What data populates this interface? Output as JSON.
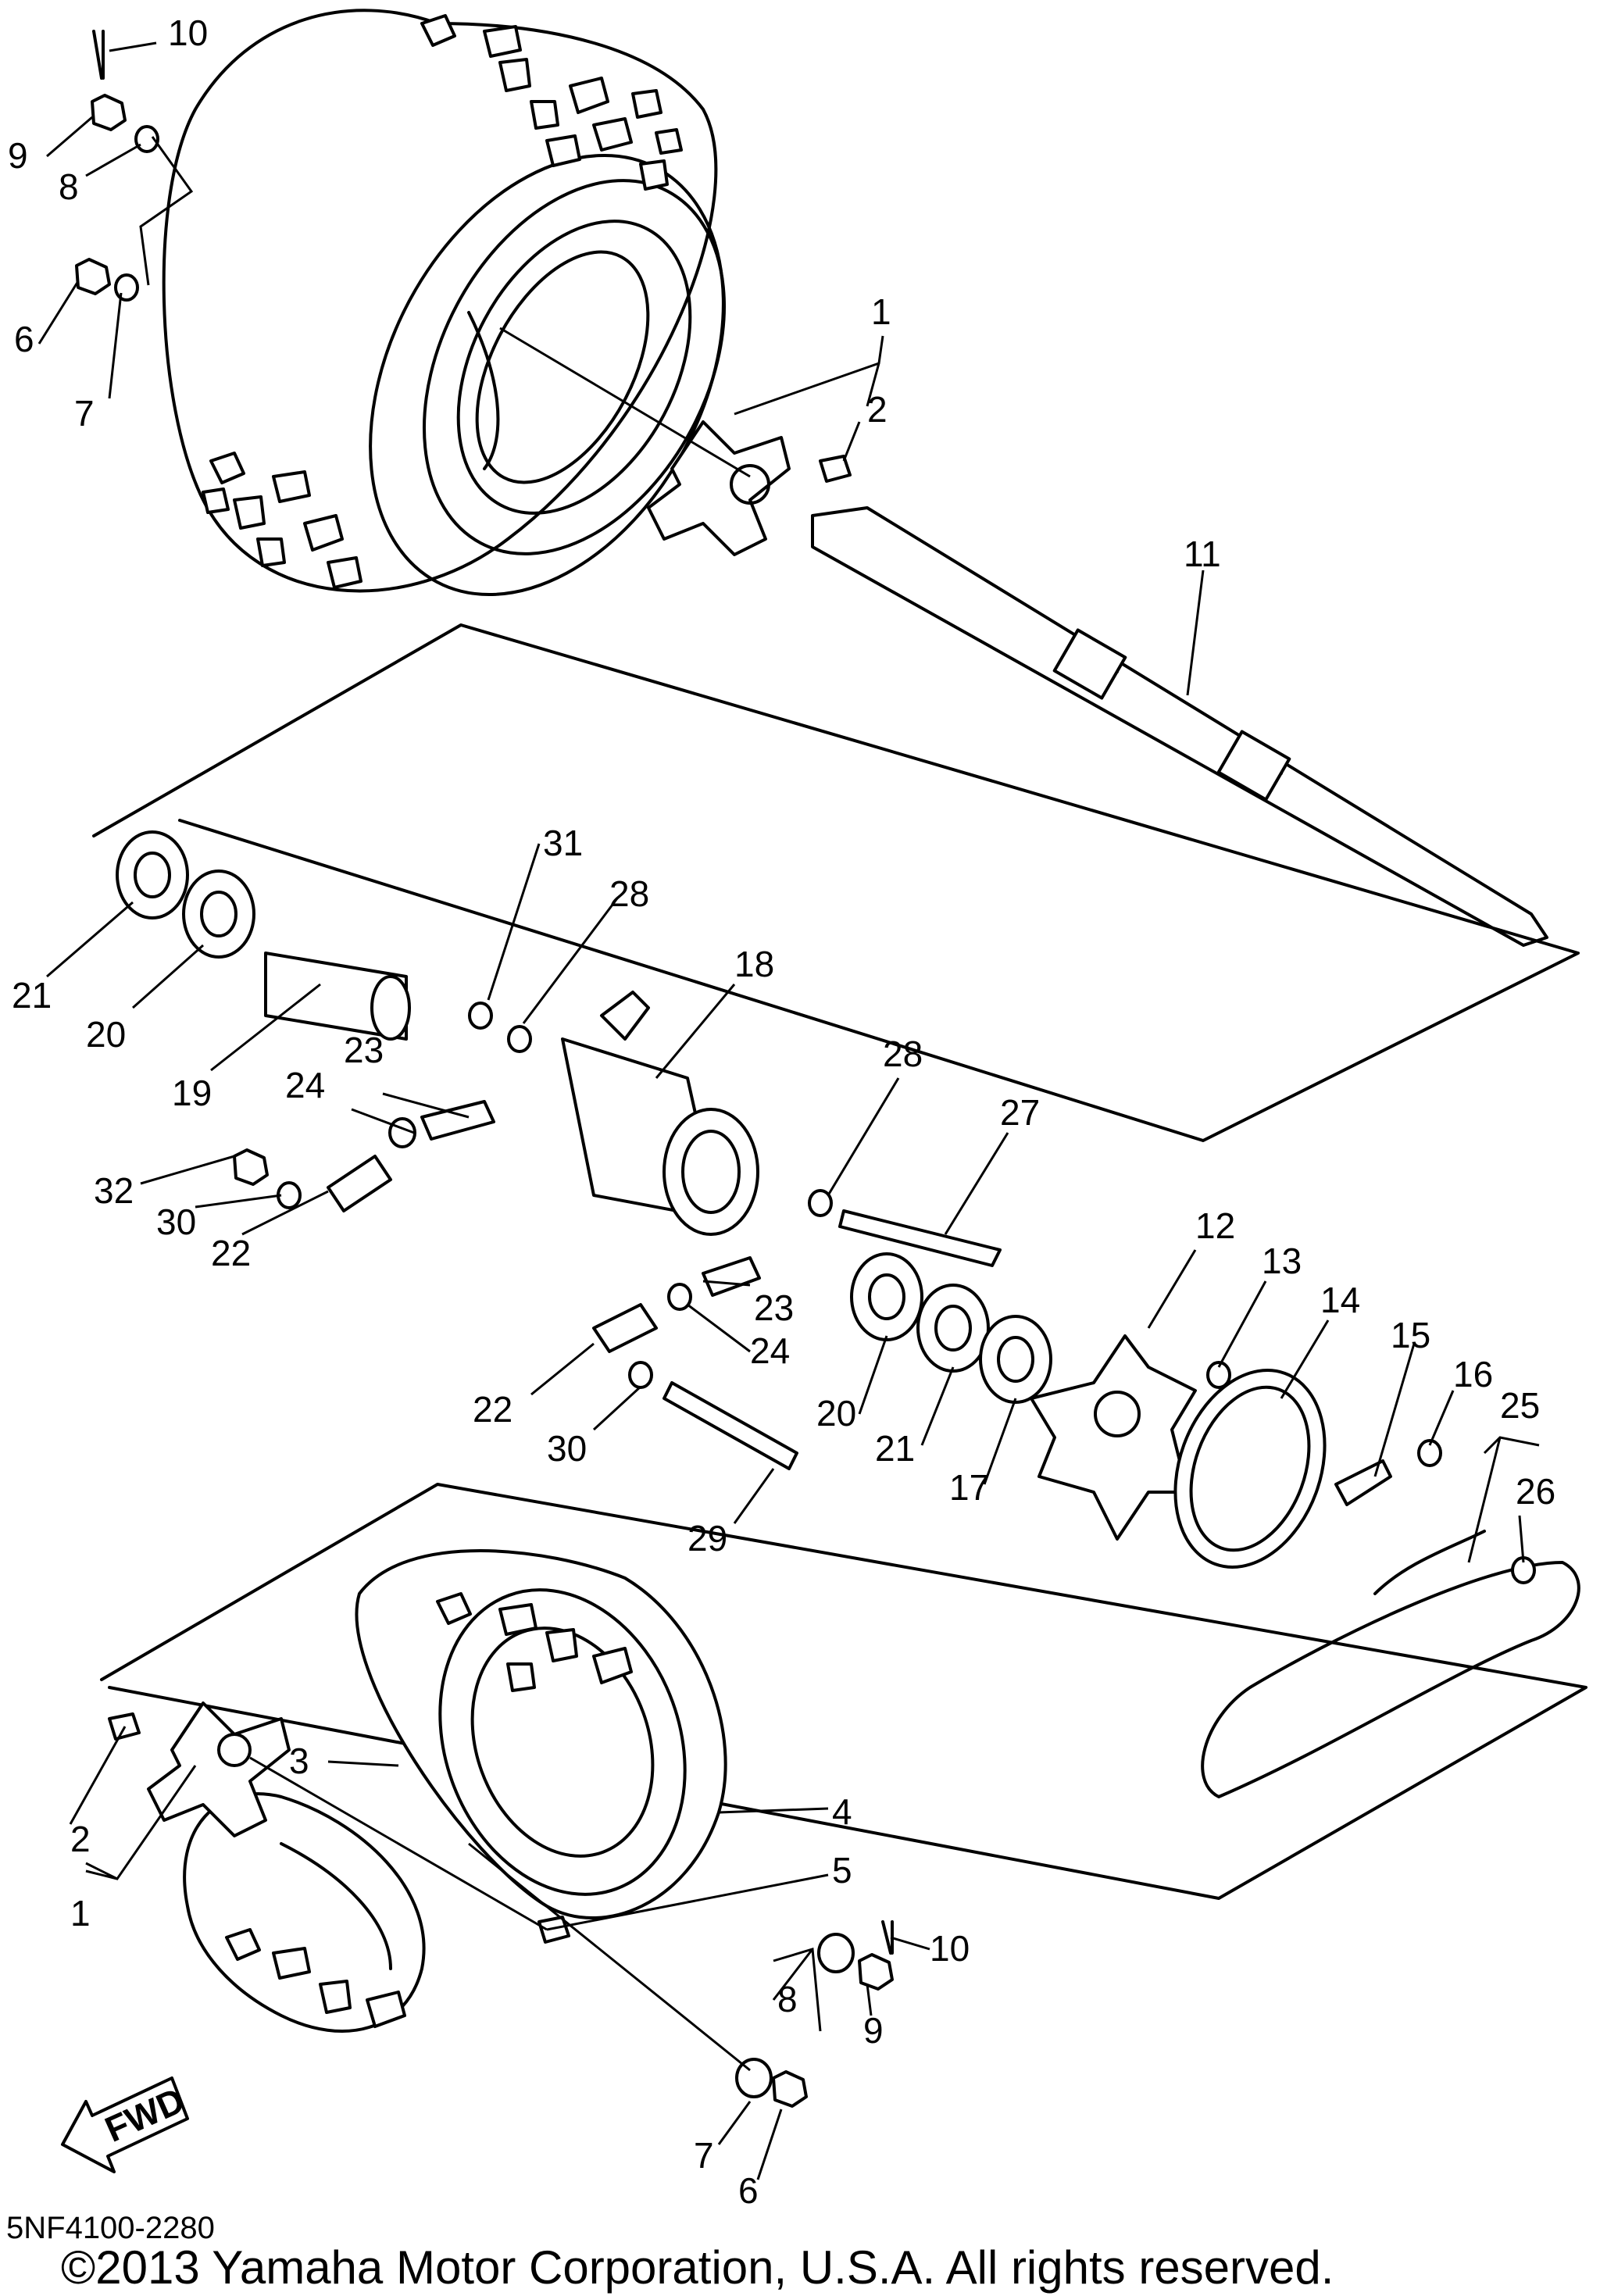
{
  "diagram_code": "5NF4100-2280",
  "copyright": "©2013 Yamaha Motor Corporation, U.S.A. All rights reserved.",
  "fwd_arrow_text": "FWD",
  "callouts": [
    {
      "id": "c10a",
      "label": "10"
    },
    {
      "id": "c9a",
      "label": "9"
    },
    {
      "id": "c8a",
      "label": "8"
    },
    {
      "id": "c6a",
      "label": "6"
    },
    {
      "id": "c7a",
      "label": "7"
    },
    {
      "id": "c1a",
      "label": "1"
    },
    {
      "id": "c2a",
      "label": "2"
    },
    {
      "id": "c11",
      "label": "11"
    },
    {
      "id": "c31",
      "label": "31"
    },
    {
      "id": "c28a",
      "label": "28"
    },
    {
      "id": "c18",
      "label": "18"
    },
    {
      "id": "c21a",
      "label": "21"
    },
    {
      "id": "c20a",
      "label": "20"
    },
    {
      "id": "c19",
      "label": "19"
    },
    {
      "id": "c23a",
      "label": "23"
    },
    {
      "id": "c24a",
      "label": "24"
    },
    {
      "id": "c28b",
      "label": "28"
    },
    {
      "id": "c27",
      "label": "27"
    },
    {
      "id": "c32",
      "label": "32"
    },
    {
      "id": "c30a",
      "label": "30"
    },
    {
      "id": "c22a",
      "label": "22"
    },
    {
      "id": "c12",
      "label": "12"
    },
    {
      "id": "c13",
      "label": "13"
    },
    {
      "id": "c14",
      "label": "14"
    },
    {
      "id": "c15",
      "label": "15"
    },
    {
      "id": "c16",
      "label": "16"
    },
    {
      "id": "c25",
      "label": "25"
    },
    {
      "id": "c26",
      "label": "26"
    },
    {
      "id": "c23b",
      "label": "23"
    },
    {
      "id": "c24b",
      "label": "24"
    },
    {
      "id": "c20b",
      "label": "20"
    },
    {
      "id": "c21b",
      "label": "21"
    },
    {
      "id": "c17",
      "label": "17"
    },
    {
      "id": "c22b",
      "label": "22"
    },
    {
      "id": "c30b",
      "label": "30"
    },
    {
      "id": "c29",
      "label": "29"
    },
    {
      "id": "c3",
      "label": "3"
    },
    {
      "id": "c4",
      "label": "4"
    },
    {
      "id": "c2b",
      "label": "2"
    },
    {
      "id": "c1b",
      "label": "1"
    },
    {
      "id": "c5",
      "label": "5"
    },
    {
      "id": "c10b",
      "label": "10"
    },
    {
      "id": "c8b",
      "label": "8"
    },
    {
      "id": "c9b",
      "label": "9"
    },
    {
      "id": "c7b",
      "label": "7"
    },
    {
      "id": "c6b",
      "label": "6"
    }
  ]
}
